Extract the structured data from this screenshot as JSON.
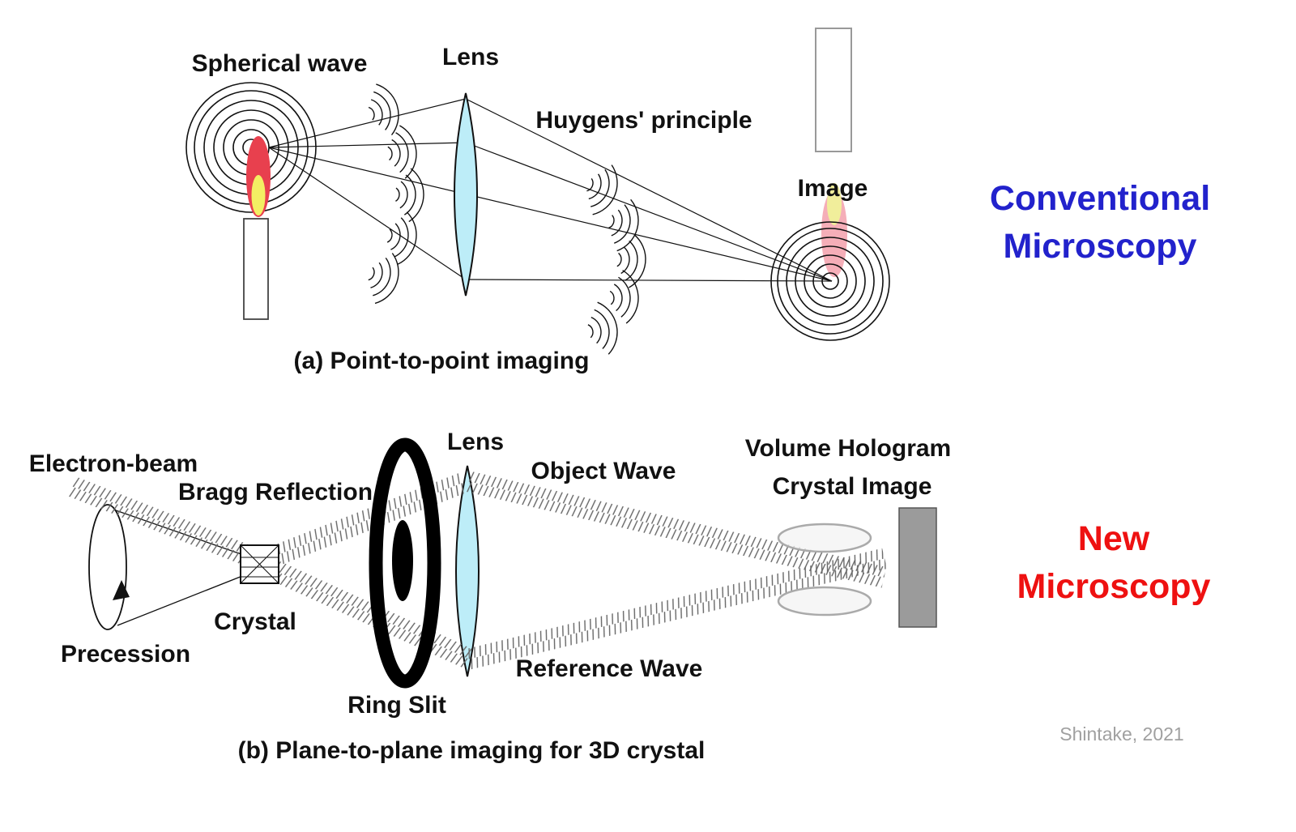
{
  "meta": {
    "credit": "Shintake, 2021"
  },
  "colors": {
    "background": "#ffffff",
    "conventional_title": "#2222cc",
    "new_title": "#ee1111",
    "lens_fill": "#bdedf8",
    "source_flame_red": "#e8404e",
    "source_flame_yellow": "#f3ef63",
    "image_flame_pink": "#f5aeb8",
    "image_flame_yellow": "#f1ee9b",
    "detector_gray": "#9b9b9b",
    "hologram_ellipse_stroke": "#aaaaaa",
    "diagram_line": "#111111"
  },
  "panel_a": {
    "labels": {
      "spherical_wave": "Spherical wave",
      "lens": "Lens",
      "huygens_principle": "Huygens' principle",
      "image": "Image"
    },
    "caption": "(a) Point-to-point imaging",
    "title_line1": "Conventional",
    "title_line2": "Microscopy"
  },
  "panel_b": {
    "labels": {
      "electron_beam": "Electron-beam",
      "bragg_reflection": "Bragg Reflection",
      "precession": "Precession",
      "crystal": "Crystal",
      "ring_slit": "Ring Slit",
      "lens": "Lens",
      "object_wave": "Object Wave",
      "reference_wave": "Reference Wave",
      "hologram_line1": "Volume Hologram",
      "hologram_line2": "Crystal Image"
    },
    "caption": "(b) Plane-to-plane imaging for 3D crystal",
    "title_line1": "New",
    "title_line2": "Microscopy"
  }
}
